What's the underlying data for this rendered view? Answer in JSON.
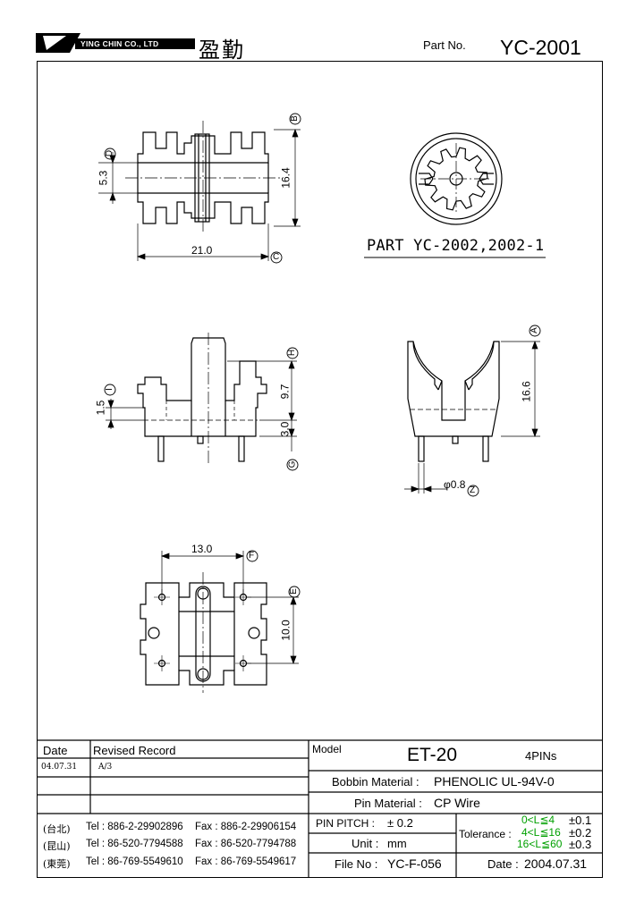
{
  "header": {
    "company_en": "YING CHIN CO., LTD",
    "company_cn": "盈勤",
    "part_no_label": "Part  No.",
    "part_no": "YC-2001"
  },
  "drawing": {
    "part_caption": "PART YC-2002,2002-1",
    "dims": {
      "d_53": "5.3",
      "d_164": "16.4",
      "d_210": "21.0",
      "d_15": "1.5",
      "d_97": "9.7",
      "d_30": "3.0",
      "d_166": "16.6",
      "d_phi08": "φ0.8",
      "d_130": "13.0",
      "d_100": "10.0"
    },
    "markers": {
      "A": "A",
      "B": "B",
      "C": "C",
      "D": "D",
      "E": "E",
      "F": "F",
      "G": "G",
      "H": "H",
      "I": "I",
      "Z": "Z"
    }
  },
  "revision": {
    "date_header": "Date",
    "record_header": "Revised  Record",
    "rows": [
      {
        "date": "04.07.31",
        "record": "A/3"
      },
      {
        "date": "",
        "record": ""
      },
      {
        "date": "",
        "record": ""
      }
    ]
  },
  "contacts": [
    {
      "region": "(台北)",
      "tel": "Tel : 886-2-29902896",
      "fax": "Fax : 886-2-29906154"
    },
    {
      "region": "(昆山)",
      "tel": "Tel : 86-520-7794588",
      "fax": "Fax : 86-520-7794788"
    },
    {
      "region": "(東莞)",
      "tel": "Tel : 86-769-5549610",
      "fax": "Fax : 86-769-5549617"
    }
  ],
  "spec": {
    "model_label": "Model",
    "model": "ET-20",
    "pins": "4PINs",
    "bobbin_label": "Bobbin  Material :",
    "bobbin": "PHENOLIC UL-94V-0",
    "pin_label": "Pin  Material :",
    "pin": "CP Wire",
    "pitch_label": "PIN  PITCH :",
    "pitch": "± 0.2",
    "unit_label": "Unit :",
    "unit": "mm",
    "file_label": "File  No :",
    "file": "YC-F-056",
    "date_label": "Date :",
    "date": "2004.07.31",
    "tolerance_label": "Tolerance :",
    "tolerance": [
      {
        "range": "0<L≦4",
        "value": "±0.1"
      },
      {
        "range": "4<L≦16",
        "value": "±0.2"
      },
      {
        "range": "16<L≦60",
        "value": "±0.3"
      }
    ]
  },
  "colors": {
    "tolerance_green": "#00a000"
  }
}
